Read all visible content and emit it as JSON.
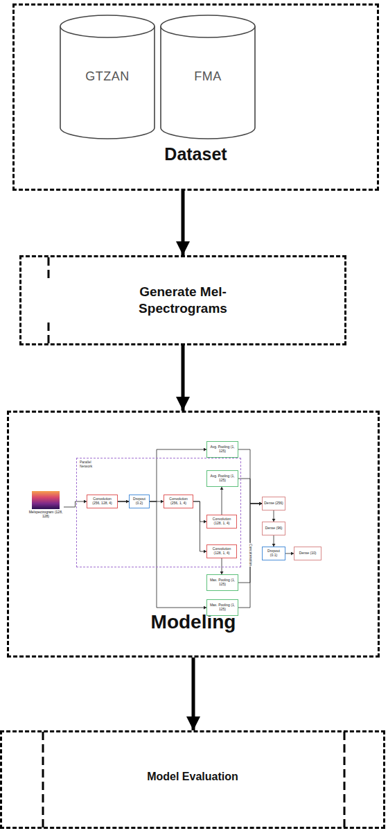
{
  "diagram": {
    "nodes": [
      {
        "text": [
          "Dataset"
        ]
      },
      {
        "text": [
          "GTZAN"
        ],
        "in": 0
      },
      {
        "text": [
          "FMA"
        ],
        "in": 0
      },
      {
        "text": [
          "Generate Mel-Spectrograms"
        ]
      },
      {
        "text": [
          "Modeling"
        ]
      },
      {
        "text": [
          "Parallel Network"
        ],
        "in": 4
      },
      {
        "text": [
          "Melspectrogram (128, 128)"
        ],
        "in": 4
      },
      {
        "text": [
          "Convolution (256, 128, 4)"
        ],
        "in": 5
      },
      {
        "text": [
          "Dropout (0.2)"
        ],
        "in": 5
      },
      {
        "text": [
          "Convolution (256, 1, 4)"
        ],
        "in": 5
      },
      {
        "text": [
          "Convolution (128, 1, 4)"
        ],
        "in": 5
      },
      {
        "text": [
          "Convolution (128, 1, 4)"
        ],
        "in": 5
      },
      {
        "text": [
          "Avg. Pooling (1, 125)"
        ],
        "in": 4
      },
      {
        "text": [
          "Avg. Pooling (1, 125)"
        ],
        "in": 4
      },
      {
        "text": [
          "Max. Pooling (1, 125)"
        ],
        "in": 4
      },
      {
        "text": [
          "Max. Pooling (1, 125)"
        ],
        "in": 4
      },
      {
        "text": [
          "Dense (256)"
        ],
        "in": 4
      },
      {
        "text": [
          "Dense (96)"
        ],
        "in": 4
      },
      {
        "text": [
          "Dropout (0.1)"
        ],
        "in": 4
      },
      {
        "text": [
          "Dense (10)"
        ],
        "in": 4
      },
      {
        "text": [
          "Model Evaluation"
        ]
      }
    ],
    "edges": [
      {
        "from": 0,
        "to": 3,
        "arrow": "to"
      },
      {
        "from": 3,
        "to": 4,
        "arrow": "to"
      },
      {
        "from": 4,
        "to": 20,
        "arrow": "to"
      },
      {
        "from": 6,
        "to": 7,
        "arrow": "to"
      },
      {
        "from": 7,
        "to": 8,
        "arrow": "to"
      },
      {
        "from": 8,
        "to": 9,
        "arrow": "to"
      },
      {
        "from": 9,
        "to": 10,
        "arrow": "to"
      },
      {
        "from": 9,
        "to": 11,
        "arrow": "to"
      },
      {
        "from": 7,
        "to": 12,
        "arrow": "to"
      },
      {
        "from": 7,
        "to": 15,
        "arrow": "to"
      },
      {
        "from": 10,
        "to": 13,
        "arrow": "to"
      },
      {
        "from": 11,
        "to": 14,
        "arrow": "to"
      },
      {
        "from": 12,
        "to": 16,
        "arrow": "to"
      },
      {
        "from": 13,
        "to": 16,
        "arrow": "to"
      },
      {
        "from": 14,
        "to": 16,
        "arrow": "to"
      },
      {
        "from": 15,
        "to": 16,
        "arrow": "to"
      },
      {
        "from": 16,
        "to": 17,
        "arrow": "to"
      },
      {
        "from": 17,
        "to": 18,
        "arrow": "to"
      },
      {
        "from": 18,
        "to": 19,
        "arrow": "to"
      }
    ],
    "labels": [
      "Concatenation"
    ]
  }
}
